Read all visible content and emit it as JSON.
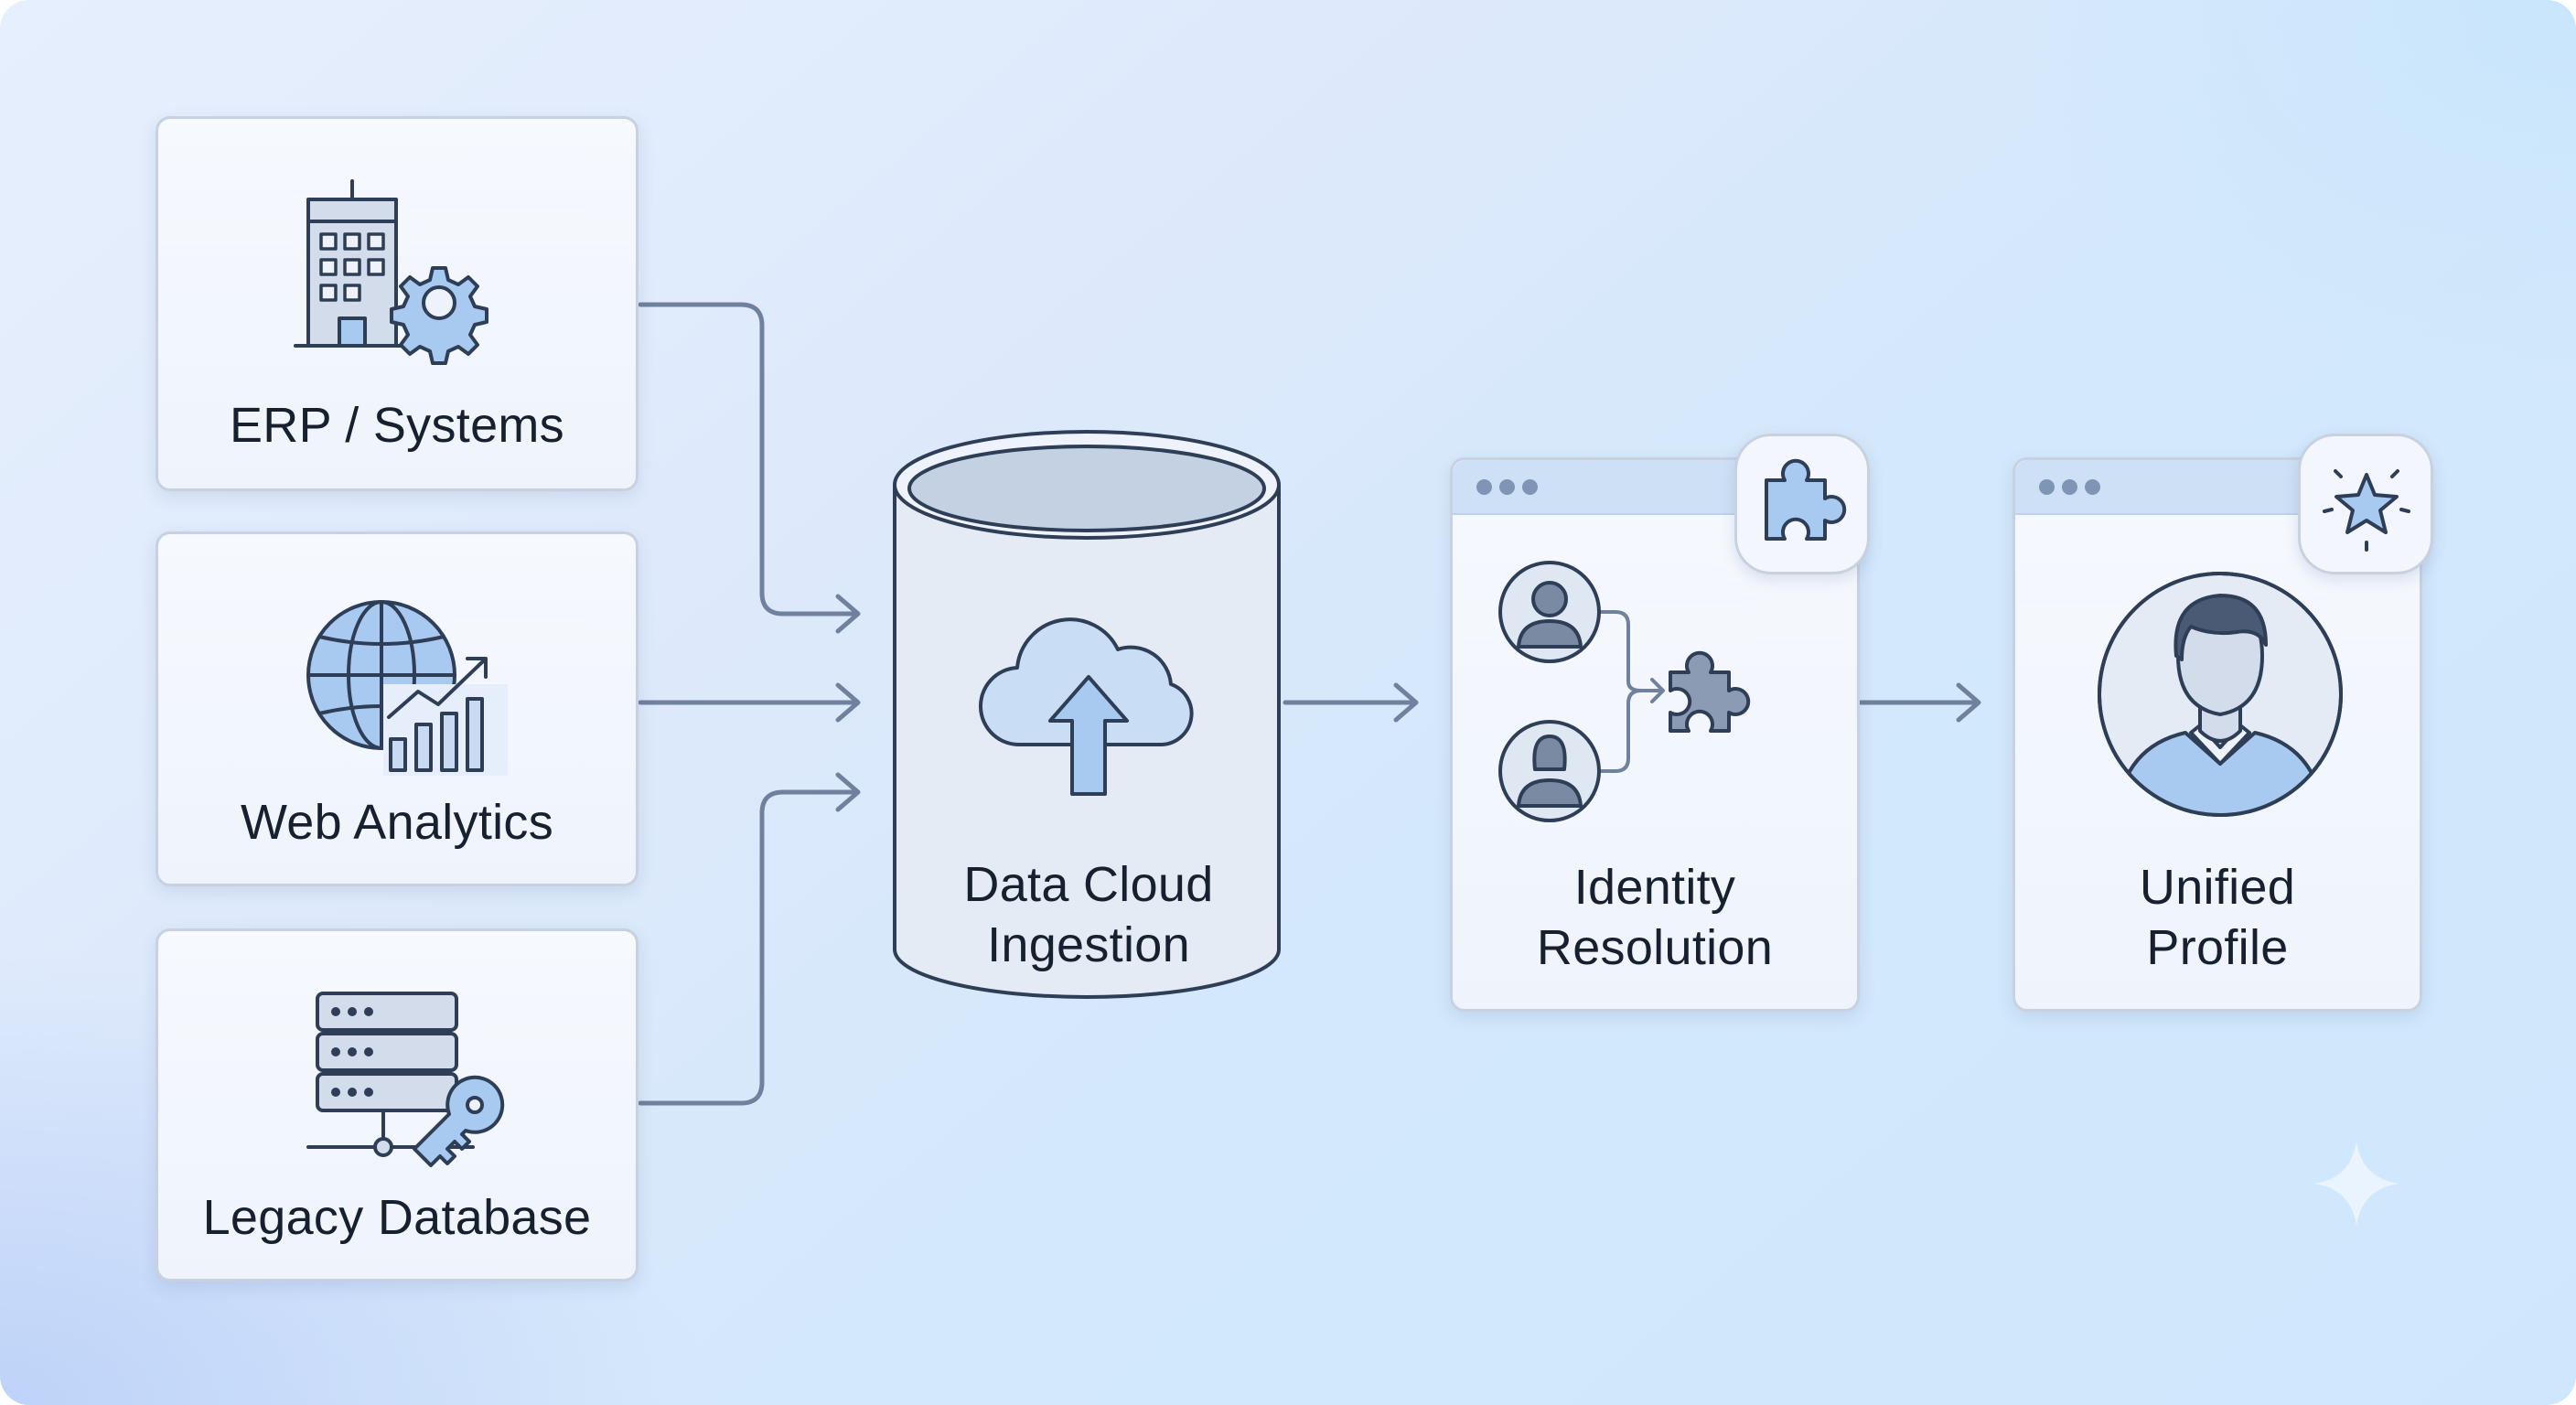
{
  "sources": [
    {
      "label": "ERP / Systems",
      "icon": "building-gear-icon"
    },
    {
      "label": "Web Analytics",
      "icon": "globe-chart-icon"
    },
    {
      "label": "Legacy Database",
      "icon": "server-key-icon"
    }
  ],
  "ingestion": {
    "line1": "Data Cloud",
    "line2": "Ingestion",
    "icon": "cloud-upload-icon"
  },
  "identity": {
    "line1": "Identity",
    "line2": "Resolution",
    "badge_icon": "puzzle-icon"
  },
  "profile": {
    "line1": "Unified",
    "line2": "Profile",
    "badge_icon": "star-icon"
  },
  "colors": {
    "background": "#dde9fb",
    "card": "#f3f7fd",
    "border": "#c7d1e0",
    "accent_fill": "#a9caf0",
    "stroke": "#2e3e56",
    "connector": "#6f819c"
  }
}
